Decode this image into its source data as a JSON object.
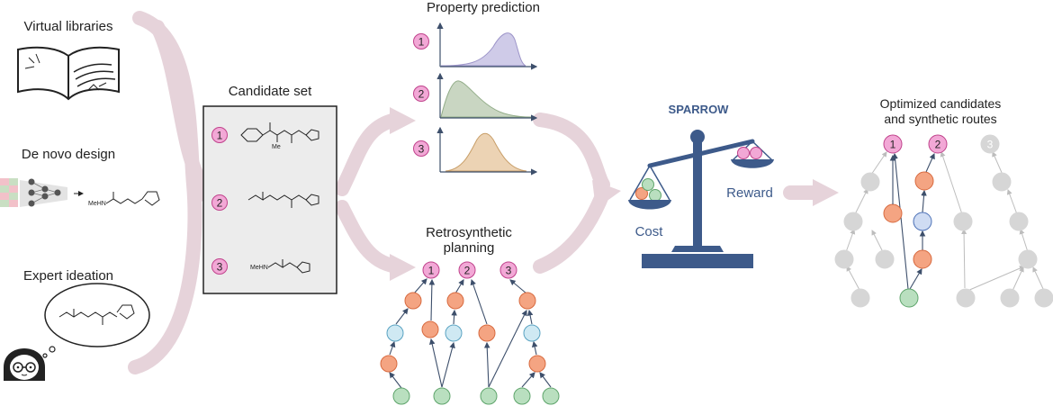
{
  "sources": {
    "virtual_libraries": "Virtual libraries",
    "de_novo_design": "De novo design",
    "expert_ideation": "Expert ideation",
    "de_novo_mol_label": "MeHN"
  },
  "candidate_set": {
    "title": "Candidate set",
    "items": [
      {
        "num": "1",
        "label": ""
      },
      {
        "num": "2",
        "label": ""
      },
      {
        "num": "3",
        "label": "MeHN"
      }
    ],
    "me_label": "Me"
  },
  "property_prediction": {
    "title": "Property prediction",
    "plots": [
      {
        "num": "1",
        "color": "#cfcbe8"
      },
      {
        "num": "2",
        "color": "#c9d6c2"
      },
      {
        "num": "3",
        "color": "#ecd3b4"
      }
    ]
  },
  "retrosynthetic": {
    "title_line1": "Retrosynthetic",
    "title_line2": "planning",
    "targets": [
      "1",
      "2",
      "3"
    ]
  },
  "sparrow": {
    "title": "SPARROW",
    "cost_label": "Cost",
    "reward_label": "Reward",
    "color": "#3d5a8a"
  },
  "optimized": {
    "title_line1": "Optimized candidates",
    "title_line2": "and synthetic routes",
    "targets": [
      "1",
      "2",
      "3"
    ]
  },
  "colors": {
    "pink_node": "#f2a8d6",
    "orange_node": "#f4a482",
    "blue_node": "#cfe9f3",
    "green_node": "#b9dfbf",
    "gray_node": "#d6d6d6",
    "arrow_flow": "#e6d3da"
  }
}
